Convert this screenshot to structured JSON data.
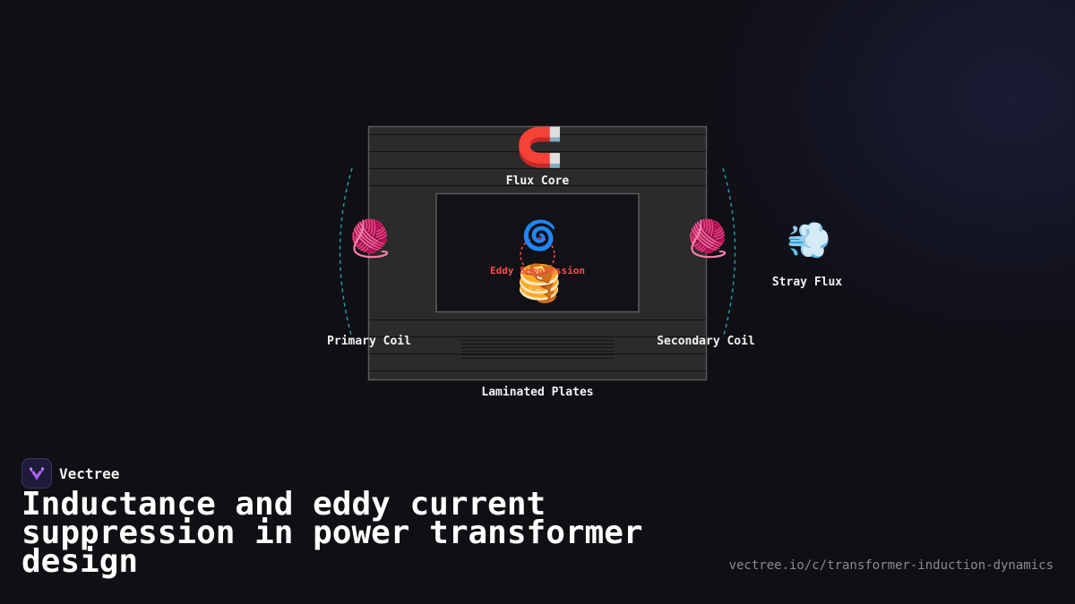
{
  "diagram": {
    "labels": {
      "flux_core": "Flux Core",
      "primary_coil": "Primary Coil",
      "secondary_coil": "Secondary Coil",
      "stray_flux": "Stray Flux",
      "laminated_plates": "Laminated Plates",
      "eddy_suppression": "Eddy Suppression"
    },
    "icons": {
      "flux_core": "🧲",
      "primary_coil": "🧶",
      "secondary_coil": "🧶",
      "stray_flux": "💨",
      "eddy": "🌀",
      "plates": "🥞"
    },
    "colors": {
      "core_frame": "#2b2b2b",
      "window": "#111116",
      "field_lines": "#1aa0a8",
      "eddy_accent": "#ff4d4d"
    }
  },
  "brand": {
    "name": "Vectree",
    "accent": "#a855f7"
  },
  "headline": "Inductance and eddy current suppression in power transformer design",
  "url": "vectree.io/c/transformer-induction-dynamics"
}
